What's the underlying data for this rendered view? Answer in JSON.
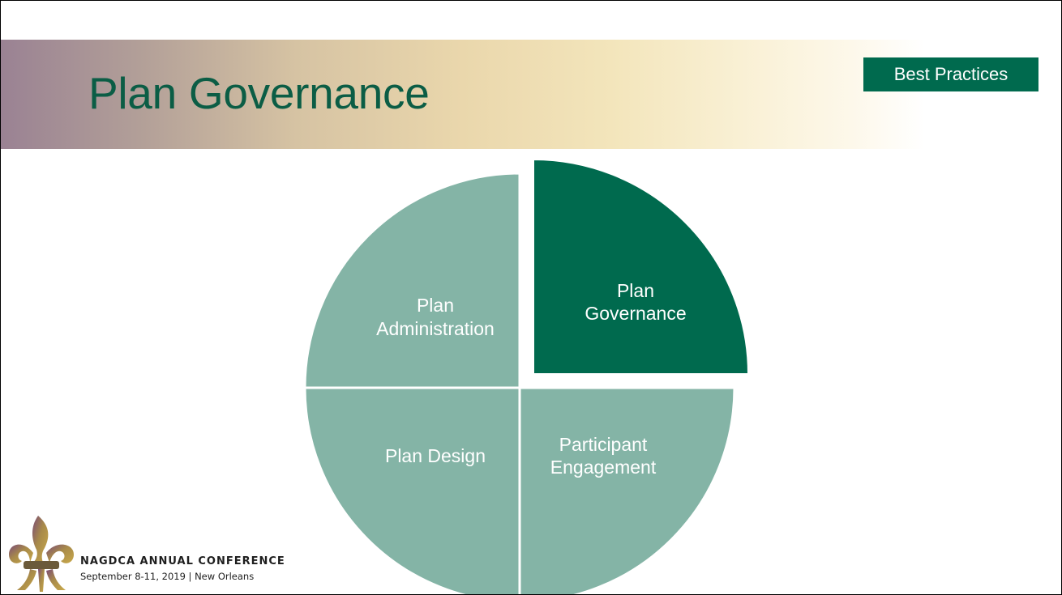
{
  "slide": {
    "title": "Plan Governance",
    "badge": "Best Practices"
  },
  "diagram": {
    "segments": [
      {
        "label_lines": [
          "Plan",
          "Governance"
        ],
        "highlighted": true,
        "color": "#006a4e"
      },
      {
        "label_lines": [
          "Participant",
          "Engagement"
        ],
        "highlighted": false,
        "color": "#84b4a6"
      },
      {
        "label_lines": [
          "Plan Design"
        ],
        "highlighted": false,
        "color": "#84b4a6"
      },
      {
        "label_lines": [
          "Plan",
          "Administration"
        ],
        "highlighted": false,
        "color": "#84b4a6"
      }
    ]
  },
  "footer": {
    "conference": "NAGDCA ANNUAL CONFERENCE",
    "dates": "September 8-11, 2019 | New Orleans",
    "logo_icon": "fleur-de-lis-icon"
  },
  "colors": {
    "title_text": "#0b5d45",
    "accent_green": "#006a4e",
    "light_green": "#84b4a6"
  }
}
